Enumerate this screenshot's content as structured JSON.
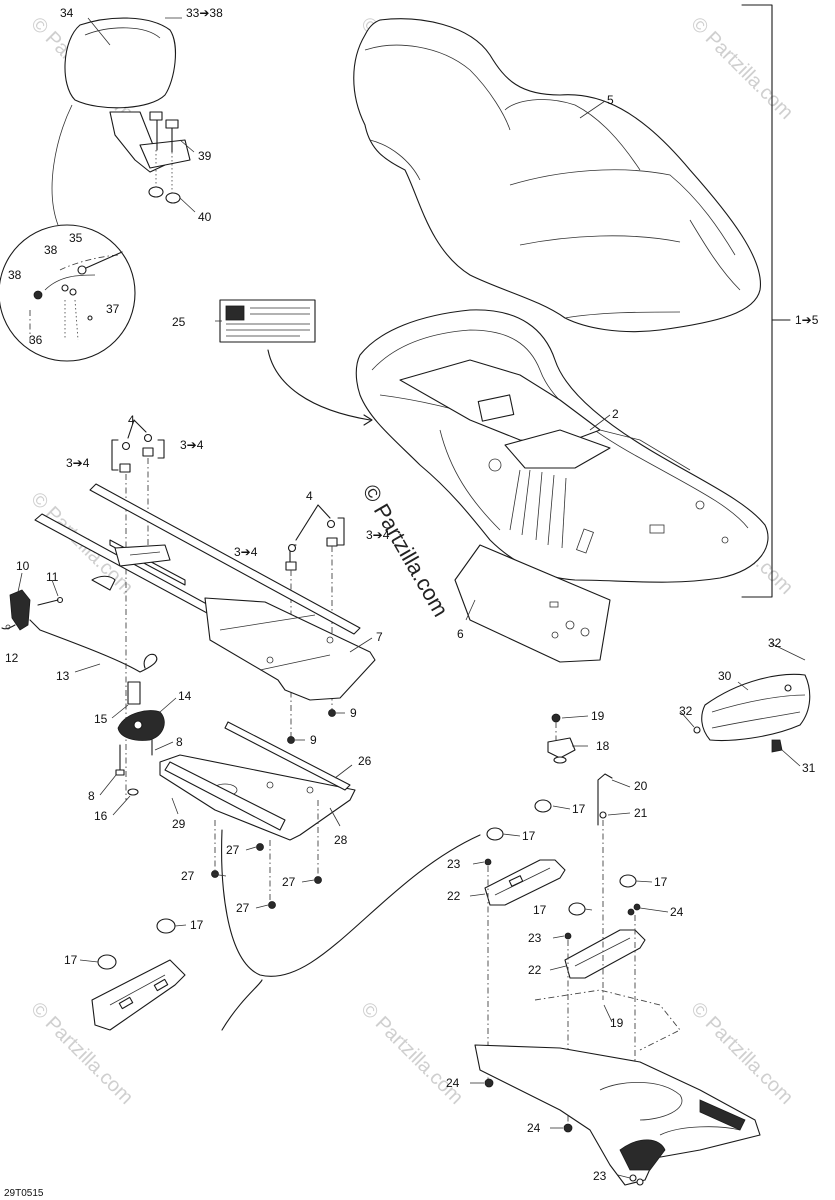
{
  "diagram": {
    "drawing_code": "29T0515",
    "watermark": "© Partzilla.com",
    "callouts": {
      "seat": "5",
      "seat_assembly_range": "1➔5",
      "seat_base": "2",
      "label_decal": "25",
      "foam_pad": "6",
      "backrest": "34",
      "backrest_range": "33➔38",
      "screw_39": "39",
      "nut_40": "40",
      "detail_38a": "38",
      "detail_35": "35",
      "detail_38b": "38",
      "detail_37": "37",
      "detail_36": "36",
      "upper_4a": "4",
      "upper_34a": "3➔4",
      "upper_34b": "3➔4",
      "right_4": "4",
      "right_34a": "3➔4",
      "right_34b": "3➔4",
      "latch_10": "10",
      "pin_11": "11",
      "clip_12": "12",
      "cable_13": "13",
      "latch_14": "14",
      "pin_15": "15",
      "bolt_8a": "8",
      "bolt_8b": "8",
      "washer_16": "16",
      "plate_7": "7",
      "nut_9a": "9",
      "nut_9b": "9",
      "tray_26": "26",
      "bracket_28": "28",
      "bracket_29": "29",
      "clip_27a": "27",
      "clip_27b": "27",
      "clip_27c": "27",
      "clip_27d": "27",
      "bumper_17a": "17",
      "bumper_17b": "17",
      "bumper_17c": "17",
      "bumper_17d": "17",
      "bumper_17e": "17",
      "bumper_17f": "17",
      "handle_30": "30",
      "screw_32a": "32",
      "screw_32b": "32",
      "nut_31": "31",
      "nut_19a": "19",
      "nut_19b": "19",
      "hook_18": "18",
      "rod_20": "20",
      "washer_21": "21",
      "screw_23a": "23",
      "screw_23b": "23",
      "screw_23c": "23",
      "bracket_22a": "22",
      "bracket_22b": "22",
      "nut_24a": "24",
      "nut_24b": "24",
      "nut_24c": "24"
    }
  }
}
